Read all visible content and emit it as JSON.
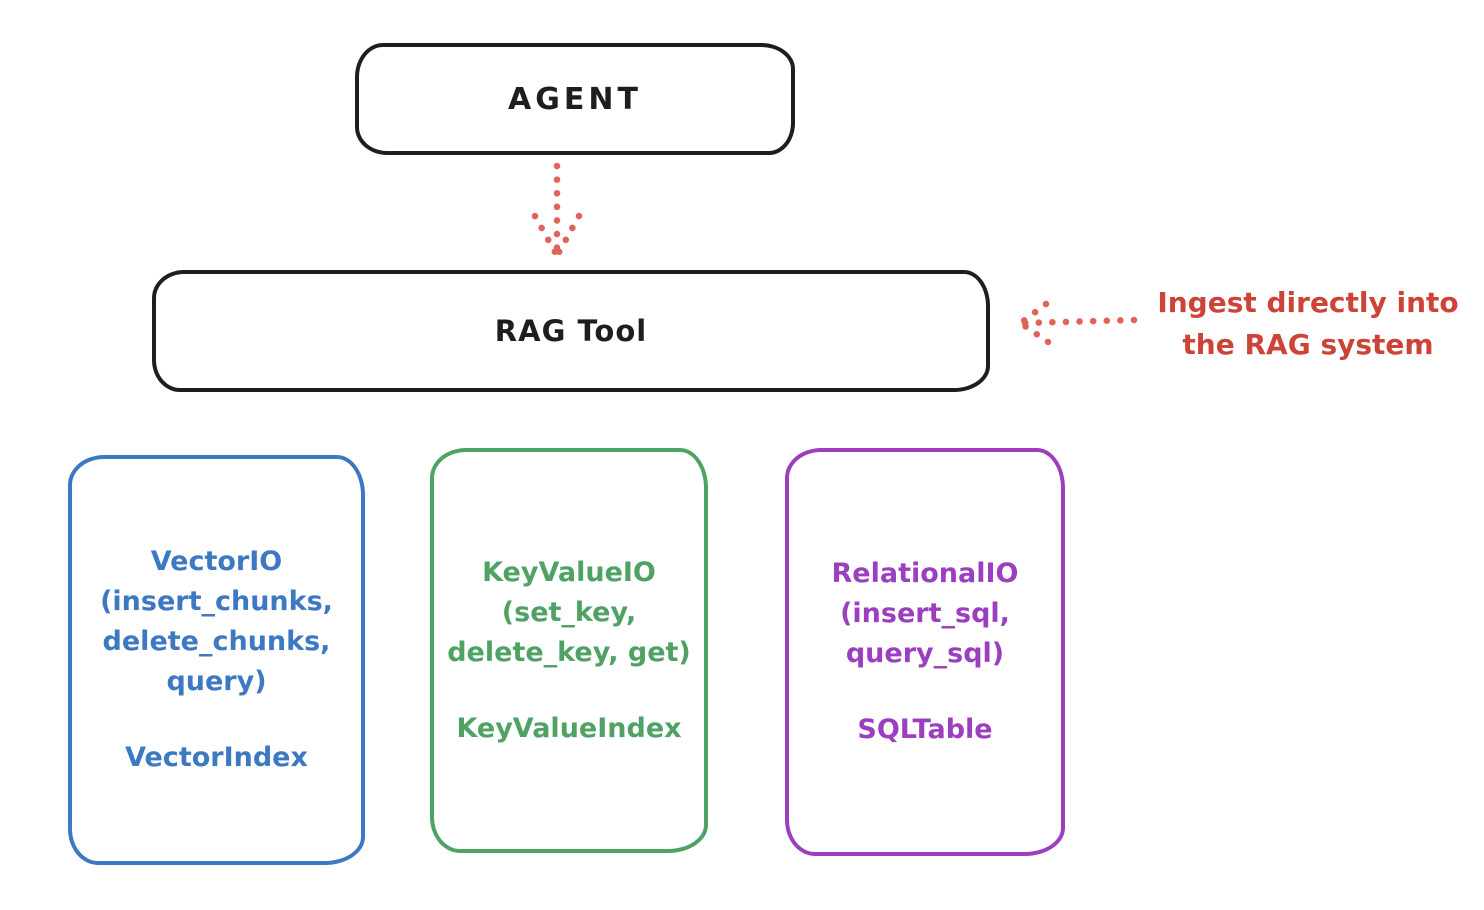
{
  "diagram": {
    "title_hint": "RAG Tool architecture sketch",
    "colors": {
      "ink": "#1e1e1e",
      "annotation_red": "#cd4338",
      "arrow_red": "#e0635a",
      "vector_blue": "#3d78c2",
      "keyvalue_green": "#4fa263",
      "relational_purple": "#9c3ec0",
      "background": "#ffffff"
    },
    "agent_box": {
      "label": "AGENT"
    },
    "rag_box": {
      "label": "RAG Tool"
    },
    "annotation": {
      "line1": "Ingest directly into",
      "line2": "the RAG system"
    },
    "arrows": [
      {
        "name": "agent-to-rag",
        "style": "dotted",
        "direction": "down",
        "color": "#e0635a"
      },
      {
        "name": "annotation-to-rag",
        "style": "dotted",
        "direction": "left",
        "color": "#e0635a"
      }
    ],
    "backends": [
      {
        "id": "vector",
        "color": "#3d78c2",
        "lines": [
          "VectorIO",
          "(insert_chunks,",
          "delete_chunks,",
          "query)"
        ],
        "index_label": "VectorIndex"
      },
      {
        "id": "keyvalue",
        "color": "#4fa263",
        "lines": [
          "KeyValueIO",
          "(set_key,",
          "delete_key, get)"
        ],
        "index_label": "KeyValueIndex"
      },
      {
        "id": "relational",
        "color": "#9c3ec0",
        "lines": [
          "RelationalIO",
          "(insert_sql,",
          "query_sql)"
        ],
        "index_label": "SQLTable"
      }
    ]
  }
}
